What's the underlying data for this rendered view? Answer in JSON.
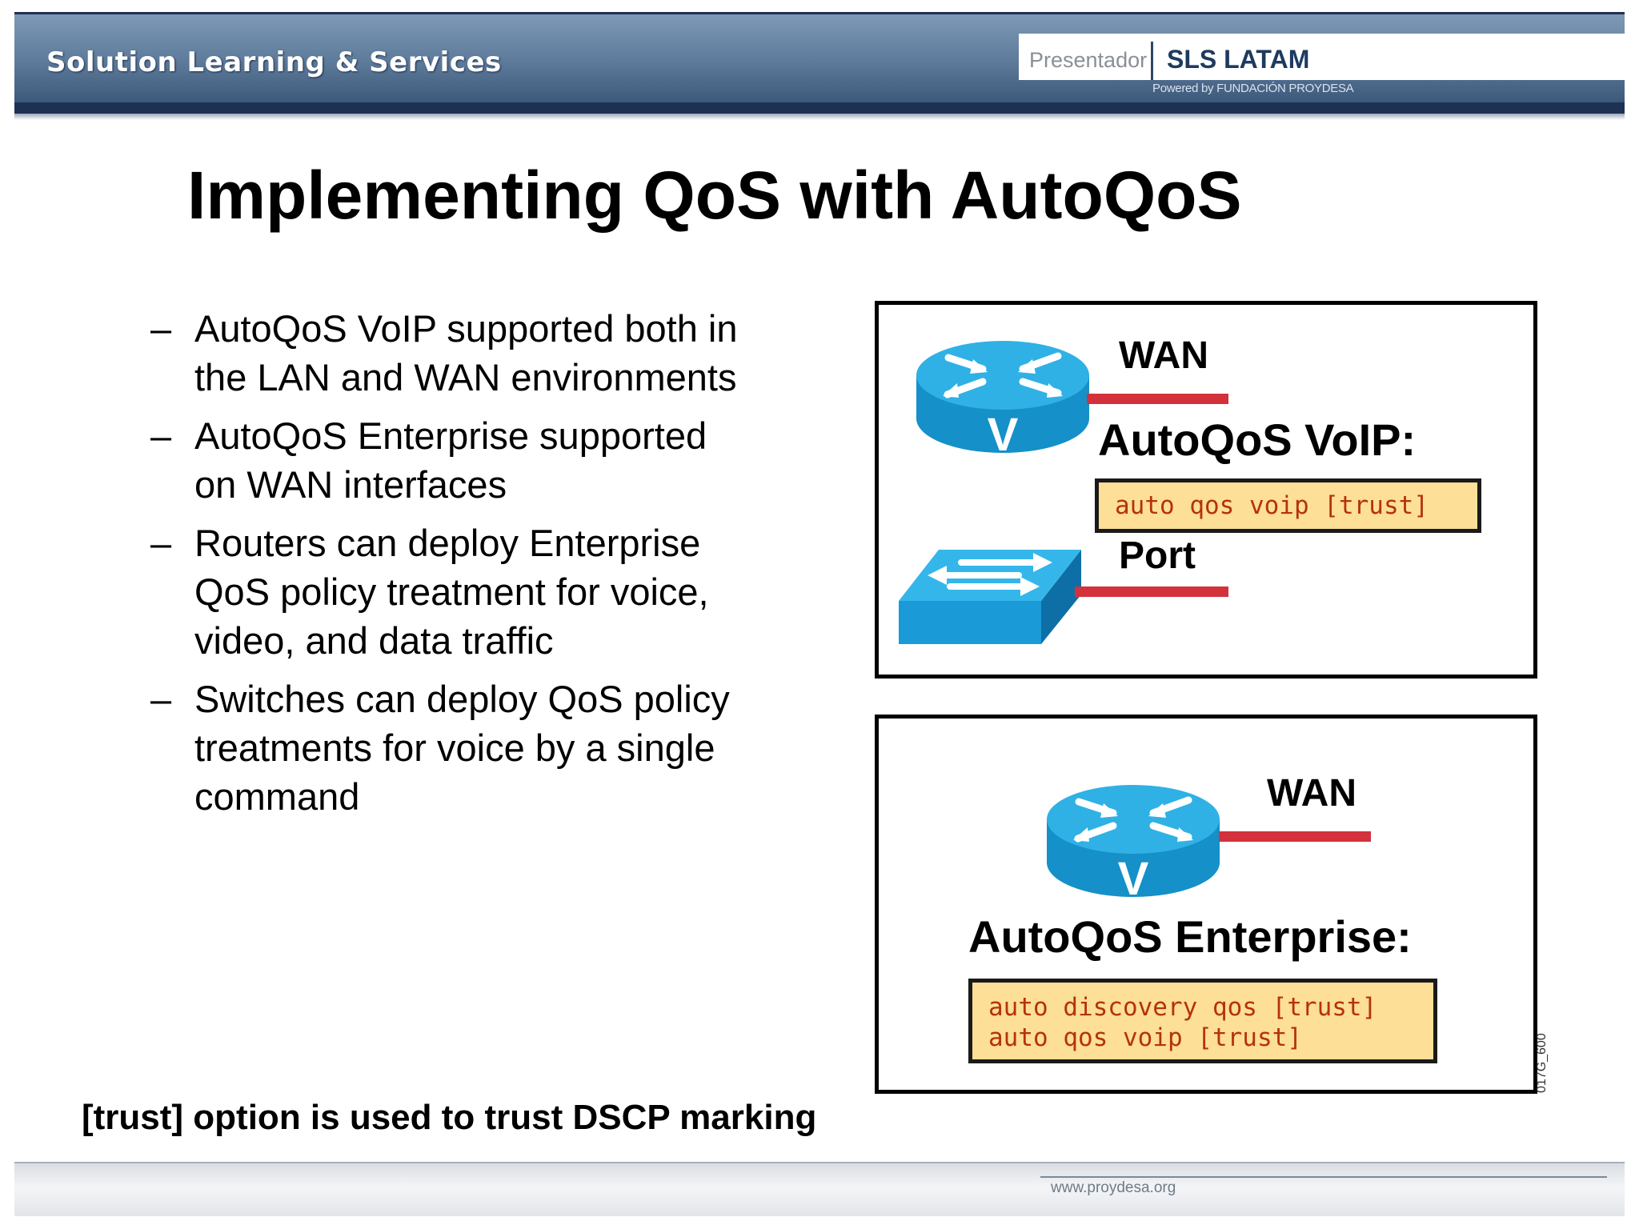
{
  "header": {
    "brand": "Solution Learning & Services",
    "presenter_label": "Presentador",
    "presenter_name": "SLS LATAM",
    "powered_by": "Powered by FUNDACIÓN PROYDESA"
  },
  "title": "Implementing QoS with AutoQoS",
  "bullets": [
    {
      "dash": "–",
      "lines": [
        "AutoQoS VoIP supported both in",
        "the LAN and WAN environments"
      ]
    },
    {
      "dash": "–",
      "lines": [
        "AutoQoS Enterprise supported",
        "on WAN interfaces"
      ]
    },
    {
      "dash": "–",
      "lines": [
        "Routers can deploy Enterprise",
        "QoS policy treatment for voice,",
        "video, and data traffic"
      ]
    },
    {
      "dash": "–",
      "lines": [
        "Switches can deploy QoS policy",
        "treatments for voice by a single",
        "command"
      ]
    }
  ],
  "diagram_voip": {
    "wan_label": "WAN",
    "heading": "AutoQoS VoIP:",
    "command": "auto qos voip [trust]",
    "port_label": "Port",
    "router_icon": "router-icon",
    "switch_icon": "switch-icon"
  },
  "diagram_enterprise": {
    "wan_label": "WAN",
    "heading": "AutoQoS Enterprise:",
    "commands": [
      "auto discovery qos [trust]",
      "auto qos voip [trust]"
    ],
    "router_icon": "router-icon"
  },
  "router_letter": "V",
  "figure_code": "017G_600",
  "footnote": "[trust] option is used to trust DSCP marking",
  "footer_url": "www.proydesa.org",
  "colors": {
    "banner": "#5e7b9b",
    "cisco_blue": "#1aa3dc",
    "link_red": "#d3323c",
    "command_bg": "#fddf97",
    "command_text": "#b4330c"
  }
}
